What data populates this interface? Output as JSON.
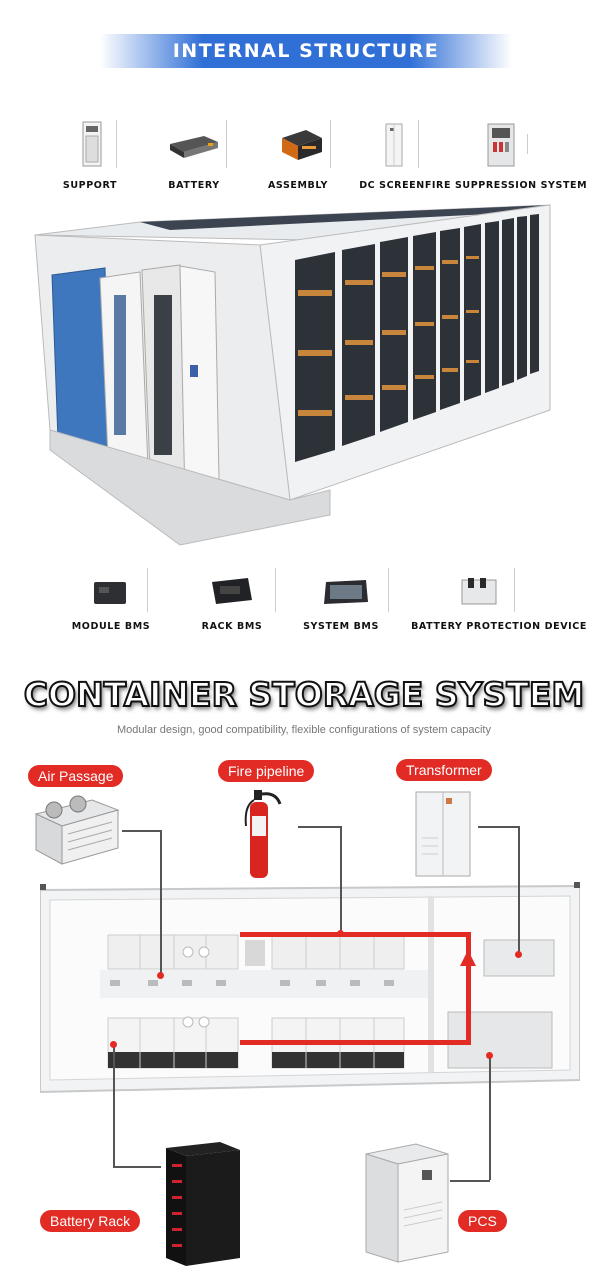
{
  "section1": {
    "title": "INTERNAL STRUCTURE",
    "top_components": [
      {
        "label": "SUPPORT",
        "icon": "support-cabinet-icon"
      },
      {
        "label": "BATTERY",
        "icon": "battery-module-icon"
      },
      {
        "label": "ASSEMBLY",
        "icon": "battery-assembly-icon"
      },
      {
        "label": "DC SCREEN",
        "icon": "dc-screen-cabinet-icon"
      },
      {
        "label": "FIRE SUPPRESSION SYSTEM",
        "icon": "fire-suppression-cabinet-icon"
      }
    ],
    "bottom_components": [
      {
        "label": "MODULE BMS",
        "icon": "module-bms-icon"
      },
      {
        "label": "RACK BMS",
        "icon": "rack-bms-icon"
      },
      {
        "label": "SYSTEM BMS",
        "icon": "system-bms-icon"
      },
      {
        "label": "BATTERY PROTECTION DEVICE",
        "icon": "battery-protection-device-icon"
      }
    ]
  },
  "section2": {
    "title": "CONTAINER STORAGE SYSTEM",
    "subtitle": "Modular design, good compatibility, flexible configurations of system capacity",
    "callouts": {
      "air_passage": "Air Passage",
      "fire_pipeline": "Fire pipeline",
      "transformer": "Transformer",
      "battery_rack": "Battery Rack",
      "pcs": "PCS"
    }
  },
  "colors": {
    "banner_blue": "#2f6fd6",
    "callout_red": "#e12b24",
    "pipe_red": "#e12b24"
  }
}
